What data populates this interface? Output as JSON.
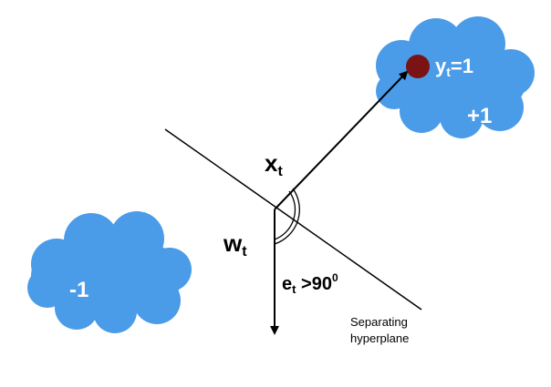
{
  "colors": {
    "cloud": "#4a9be8",
    "point": "#7a1414",
    "line": "#000000",
    "text_on_cloud": "#ffffff"
  },
  "clouds": {
    "positive": {
      "class_label": "+1",
      "point_label_var": "y",
      "point_label_sub": "t",
      "point_label_val": "=1"
    },
    "negative": {
      "class_label": "-1"
    }
  },
  "vectors": {
    "x": {
      "var": "x",
      "sub": "t"
    },
    "w": {
      "var": "w",
      "sub": "t"
    }
  },
  "angle": {
    "var": "e",
    "sub": "t",
    "relation": " >90",
    "unit_sup": "0"
  },
  "hyperplane": {
    "line1": "Separating",
    "line2": "hyperplane"
  }
}
